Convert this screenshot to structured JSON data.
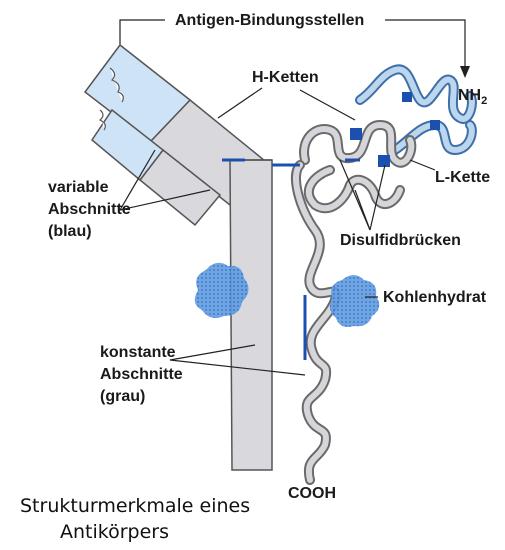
{
  "labels": {
    "antigen_sites": "Antigen-Bindungsstellen",
    "h_chains": "H-Ketten",
    "nh2": "NH",
    "nh2_sub": "2",
    "variable_1": "variable",
    "variable_2": "Abschnitte",
    "variable_3": "(blau)",
    "l_chain": "L-Kette",
    "disulfide": "Disulfidbrücken",
    "carbohydrate": "Kohlenhydrat",
    "constant_1": "konstante",
    "constant_2": "Abschnitte",
    "constant_3": "(grau)",
    "cooh": "COOH"
  },
  "caption": {
    "line1": "Strukturmerkmale eines",
    "line2": "Antikörpers"
  },
  "colors": {
    "variable_region": "#cfe3f6",
    "constant_region": "#d9d9dd",
    "disulfide_bond": "#1b4fb0",
    "carbohydrate": "#3f7fd0",
    "outline": "#555555"
  }
}
